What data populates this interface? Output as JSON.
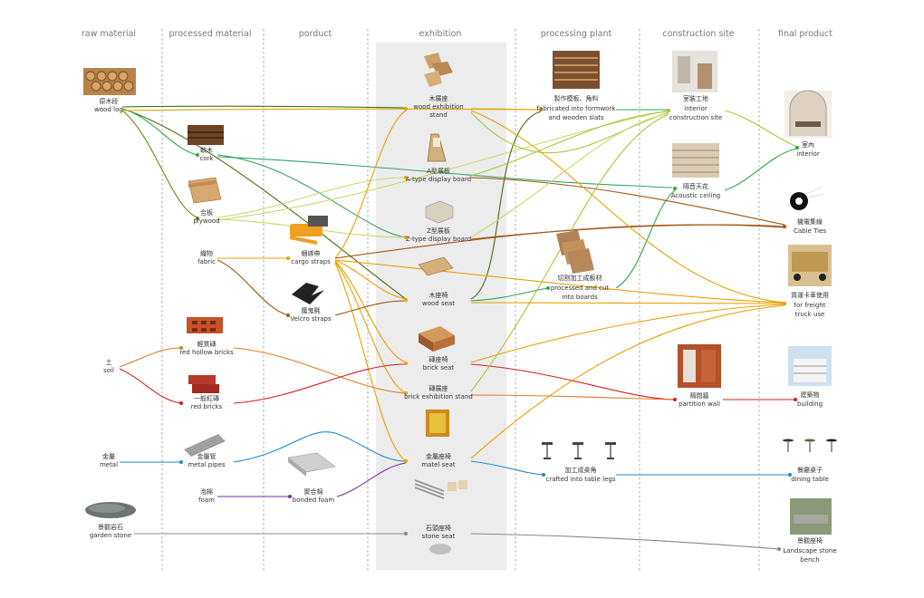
{
  "columns": {
    "raw": "raw material",
    "processed": "processed material",
    "product": "porduct",
    "exhibition": "exhibition",
    "plant": "processing plant",
    "site": "construction site",
    "final": "final product"
  },
  "nodes": {
    "wood_log": {
      "zh": "原木段",
      "en": "wood log"
    },
    "soil": {
      "zh": "土",
      "en": "soil"
    },
    "metal": {
      "zh": "金屬",
      "en": "metal"
    },
    "garden_stone": {
      "zh": "景觀岩石",
      "en": "garden stone"
    },
    "cork": {
      "zh": "軟木",
      "en": "cork"
    },
    "plywood": {
      "zh": "合板",
      "en": "plywood"
    },
    "fabric": {
      "zh": "織物",
      "en": "fabric"
    },
    "red_hollow_bricks": {
      "zh": "輕質磚",
      "en": "red hollow bricks"
    },
    "red_bricks": {
      "zh": "一般紅磚",
      "en": "red bricks"
    },
    "metal_pipes": {
      "zh": "金屬管",
      "en": "metal pipes"
    },
    "foam": {
      "zh": "泡棉",
      "en": "foam"
    },
    "cargo_straps": {
      "zh": "綑綁帶",
      "en": "cargo straps"
    },
    "velcro_straps": {
      "zh": "魔鬼氈",
      "en": "Velcro straps"
    },
    "bonded_foam": {
      "zh": "聚合棉",
      "en": "bonded foam"
    },
    "wood_stand": {
      "zh": "木展座",
      "en1": "wood exhibition",
      "en2": "stand"
    },
    "a_board": {
      "zh": "A型展板",
      "en": "A-type display board"
    },
    "z_board": {
      "zh": "Z型展板",
      "en": "Z-type display board"
    },
    "wood_seat": {
      "zh": "木座椅",
      "en": "wood seat"
    },
    "brick_seat": {
      "zh": "磚座椅",
      "en": "brick seat"
    },
    "brick_stand": {
      "zh": "磚展座",
      "en": "brick exhibition stand"
    },
    "metal_seat": {
      "zh": "金屬座椅",
      "en": "matel seat"
    },
    "stone_seat": {
      "zh": "石頭座椅",
      "en": "stone seat"
    },
    "formwork": {
      "zh": "製作模板、角料",
      "en1": "fabricated into formwork",
      "en2": "and wooden slats"
    },
    "cut_boards": {
      "zh": "切割加工成板材",
      "en1": "processed and cut",
      "en2": "into boards"
    },
    "table_legs": {
      "zh": "加工成桌角",
      "en": "crafted into table legs"
    },
    "interior_site": {
      "zh": "室裝工地",
      "en1": "interior",
      "en2": "construction site"
    },
    "acoustic": {
      "zh": "隔音天花",
      "en": "Acoustic ceiling"
    },
    "partition": {
      "zh": "隔間牆",
      "en": "partition wall"
    },
    "interior": {
      "zh": "室內",
      "en": "interior"
    },
    "cable_ties": {
      "zh": "機電集線",
      "en": "Cable Ties"
    },
    "freight": {
      "zh": "貨運卡車使用",
      "en1": "for freight",
      "en2": "truck use"
    },
    "building": {
      "zh": "建築物",
      "en": "building"
    },
    "dining": {
      "zh": "餐廳桌子",
      "en": "dining table"
    },
    "stone_bench": {
      "zh": "景觀座椅",
      "en1": "Landscape stone",
      "en2": "bench"
    }
  },
  "flow_colors": {
    "wood": "#e8a100",
    "wood_dark": "#4a6b0f",
    "cork": "#37a36b",
    "plywood": "#c9d96b",
    "fabric": "#a35414",
    "brick": "#e07a1f",
    "red": "#d42020",
    "metal": "#1e8ad0",
    "foam": "#7a2da8",
    "stone": "#888888",
    "green": "#2aa84a",
    "lime": "#a8c63c"
  }
}
